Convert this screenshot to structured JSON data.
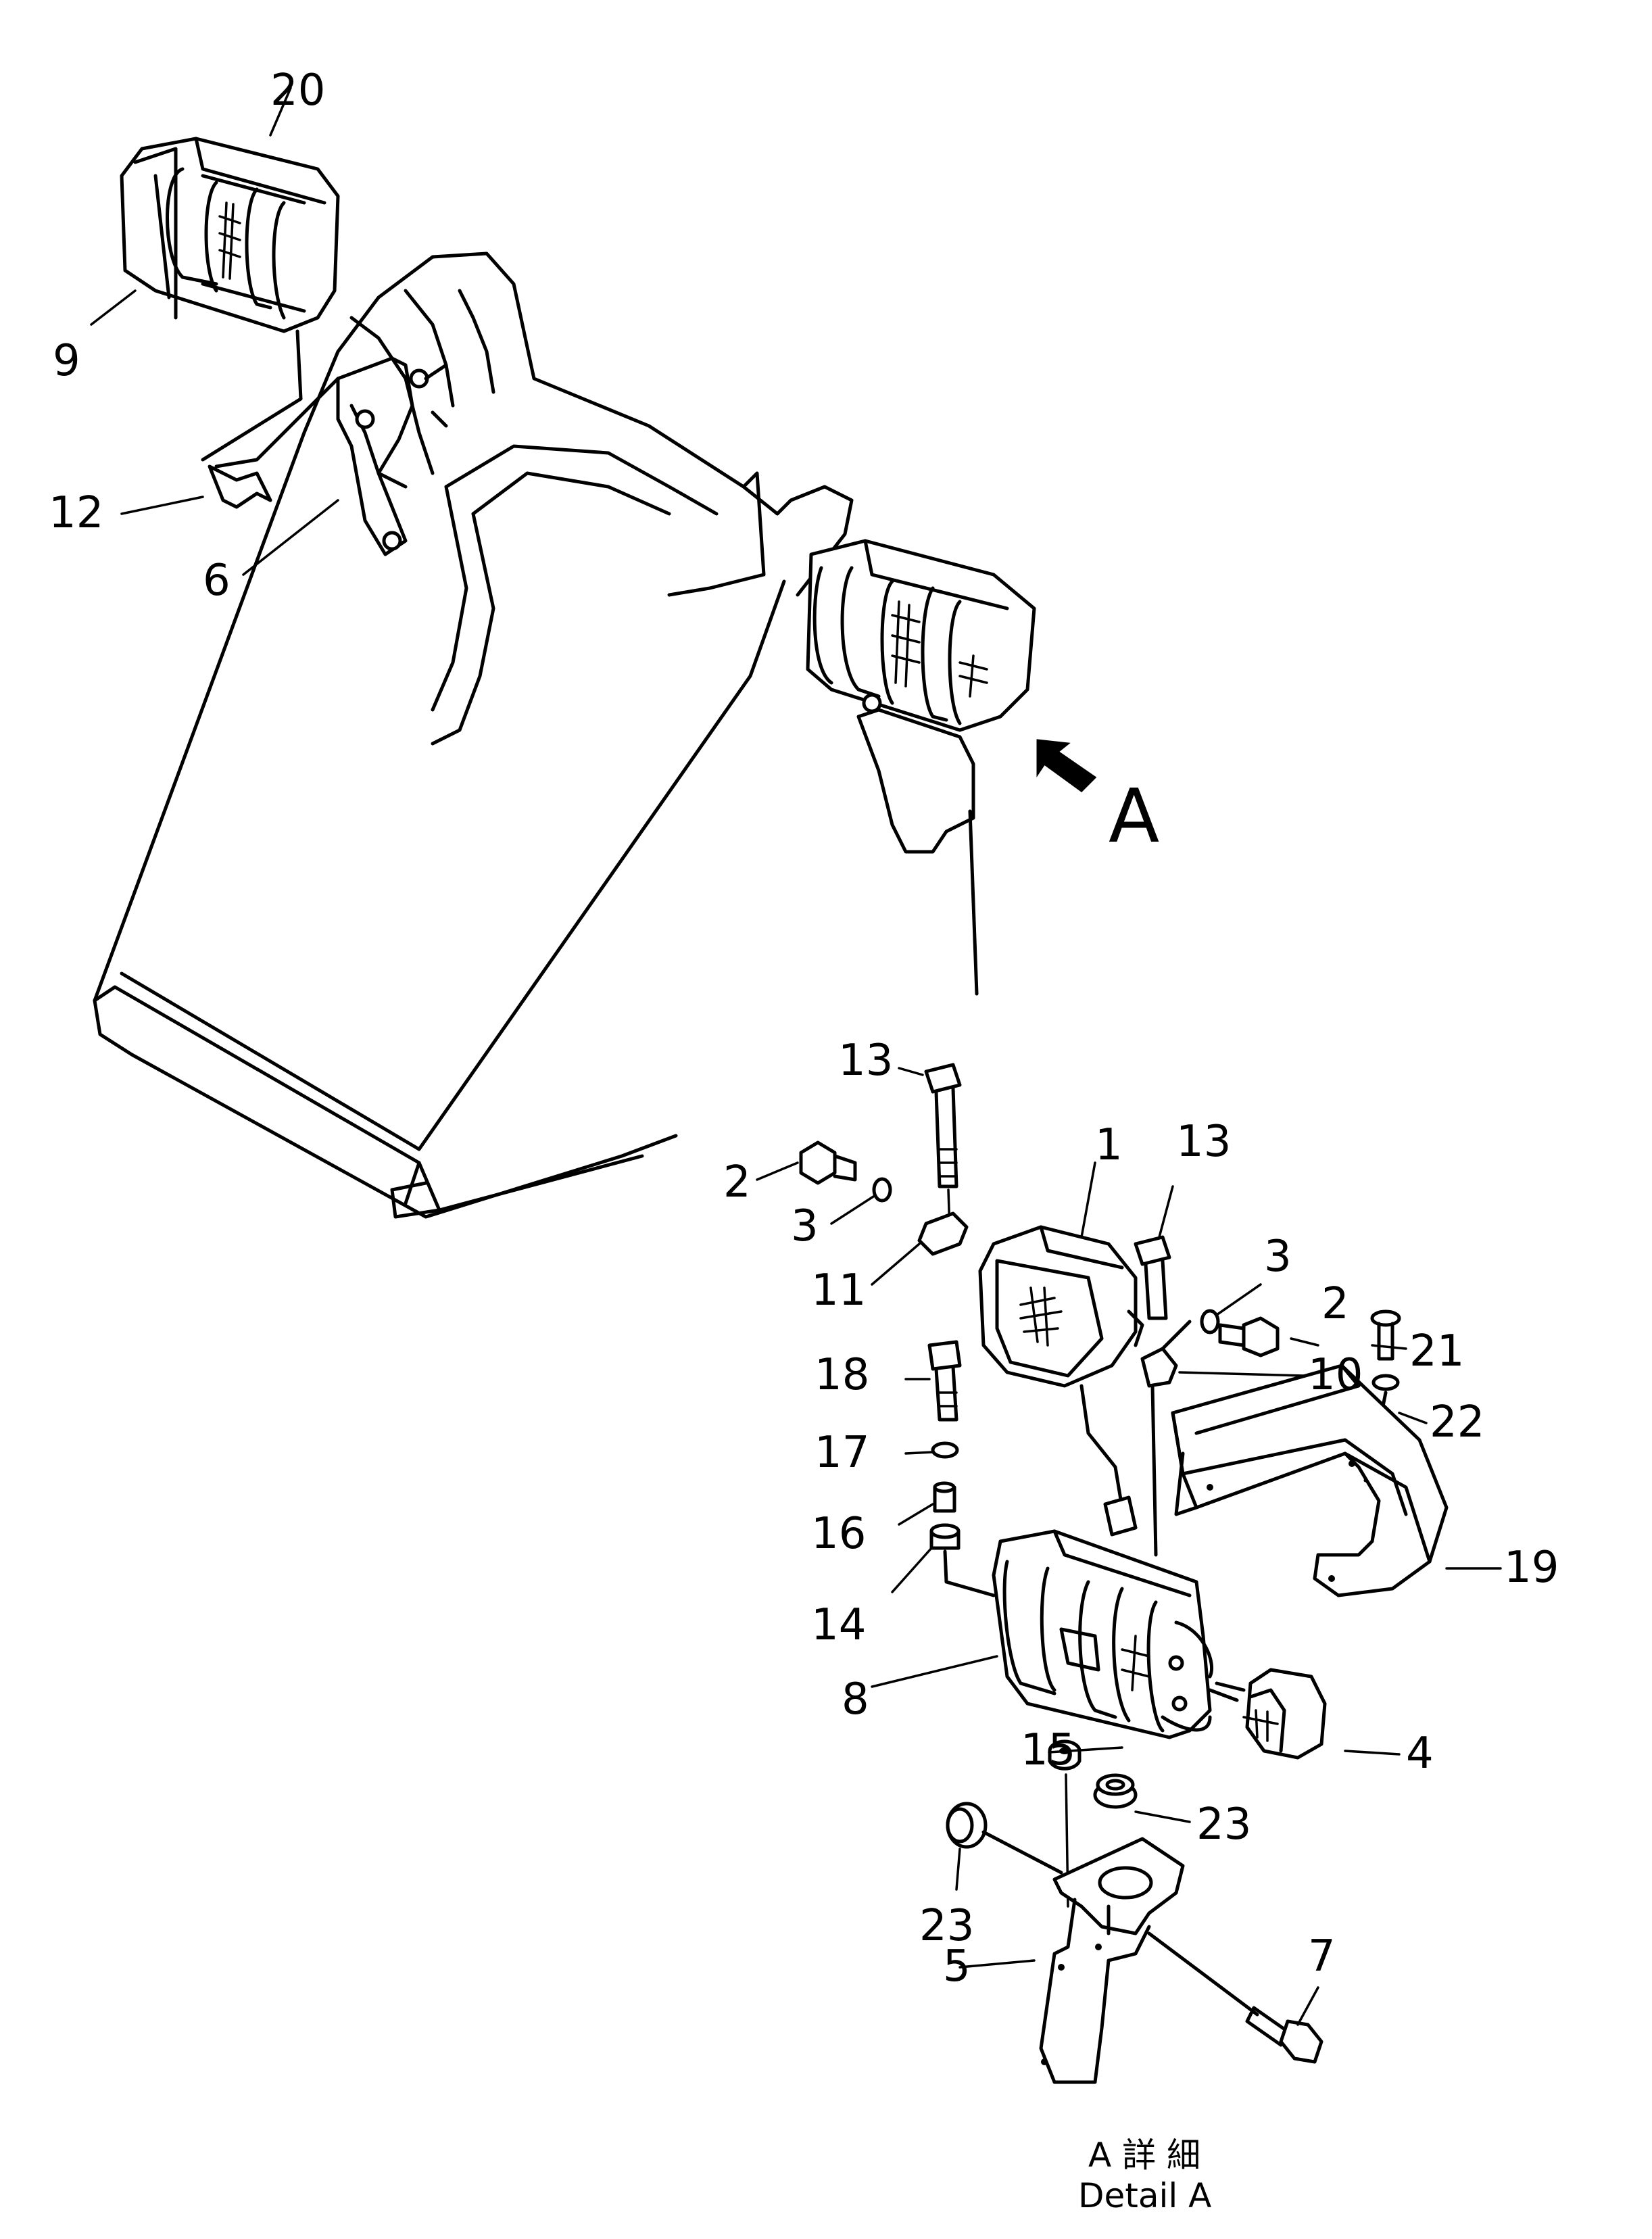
{
  "parts": {
    "p1": "1",
    "p2a": "2",
    "p2b": "2",
    "p3a": "3",
    "p3b": "3",
    "p4": "4",
    "p5": "5",
    "p6": "6",
    "p7": "7",
    "p8": "8",
    "p9": "9",
    "p10": "10",
    "p11": "11",
    "p12": "12",
    "p13a": "13",
    "p13b": "13",
    "p14": "14",
    "p15": "15",
    "p16": "16",
    "p17": "17",
    "p18": "18",
    "p19": "19",
    "p20": "20",
    "p21": "21",
    "p22": "22",
    "p23a": "23",
    "p23b": "23"
  },
  "view_marker": "A",
  "caption": {
    "line1": "A 詳 細",
    "line2": "Detail A"
  }
}
